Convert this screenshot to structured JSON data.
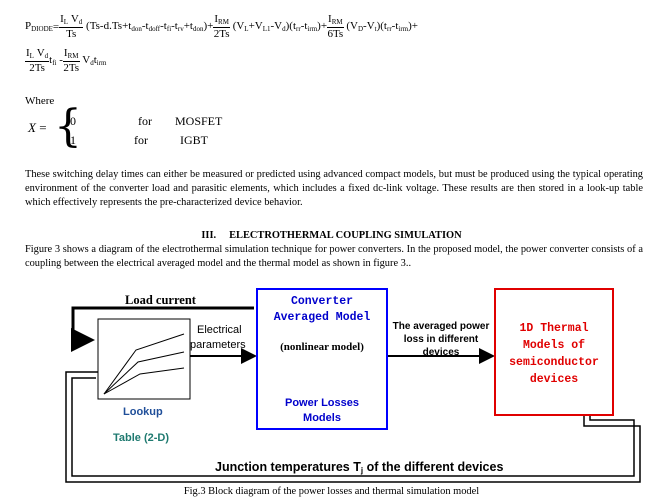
{
  "equation": {
    "p_label": "P",
    "p_sub": "DIODE",
    "eq": "=",
    "f1_num": "I",
    "f1_num_sub1": "L",
    "f1_num_mid": "V",
    "f1_num_sub2": "d",
    "f1_den": "Ts",
    "paren_open": "(Ts-d.Ts+t",
    "don1": "don",
    "minus_t1": "-t",
    "doff": "doff",
    "minus_t2": "-t",
    "fi": "fi",
    "minus_t3": "-t",
    "rv": "rv",
    "plus_t": "+t",
    "don2": "don",
    "paren_close": ")+",
    "f2_num": "I",
    "f2_num_sub": "RM",
    "f2_den": "2Ts",
    "term2_a": "(V",
    "term2_L": "L",
    "term2_b": "+V",
    "term2_L1": "L1",
    "term2_c": "-V",
    "term2_d": "d",
    "term2_e": ")(t",
    "term2_rr": "rr",
    "term2_f": "-t",
    "term2_irm": "irm",
    "term2_g": ")+",
    "f3_num": "I",
    "f3_num_sub": "RM",
    "f3_den": "6Ts",
    "term3_a": "(V",
    "term3_D": "D",
    "term3_b": "-V",
    "term3_t": "t",
    "term3_c": ")(t",
    "term3_rr": "rr",
    "term3_d": "-t",
    "term3_irm": "irm",
    "term3_e": ")+",
    "f4_num": "I",
    "f4_num_sub1": "L",
    "f4_num_mid": "V",
    "f4_num_sub2": "d",
    "f4_den": "2Ts",
    "l2_t": "t",
    "l2_fi": "fi",
    "l2_minus": "-",
    "f5_num": "I",
    "f5_num_sub": "RM",
    "f5_den": "2Ts",
    "l2_v": "V",
    "l2_vd": "d",
    "l2_t2": "t",
    "l2_irm": "irm"
  },
  "where": {
    "label": "Where",
    "x": "X",
    "eq": "=",
    "row1_val": "0",
    "row1_for": "for",
    "row1_dev": "MOSFET",
    "row2_val": "1",
    "row2_for": "for",
    "row2_dev": "IGBT"
  },
  "paragraph1": "These switching delay times can either be measured or predicted using advanced compact models, but must be produced using the typical operating environment of the converter load and parasitic elements, which includes a fixed dc-link voltage. These results are then stored in a look-up table which effectively represents the pre-characterized device behavior.",
  "section": {
    "number": "III.",
    "title": "ELECTROTHERMAL COUPLING SIMULATION"
  },
  "paragraph2": "Figure 3 shows a diagram of the electrothermal simulation technique for power converters. In the proposed model, the power converter consists of a coupling between the electrical averaged model and the thermal model as shown in figure 3..",
  "diagram": {
    "load_current": "Load current",
    "electrical": "Electrical",
    "parameters": "parameters",
    "lookup": "Lookup",
    "table": "Table (2-D)",
    "conv_line1": "Converter",
    "conv_line2": "Averaged Model",
    "nonlinear": "(nonlinear model)",
    "power_losses": "Power Losses",
    "models": "Models",
    "avg_line1": "The averaged power",
    "avg_line2": "loss in different",
    "avg_line3": "devices",
    "th_line1": "1D Thermal",
    "th_line2": "Models of",
    "th_line3": "semiconductor",
    "th_line4": "devices",
    "junction_a": "Junction temperatures T",
    "junction_sub": "j",
    "junction_b": " of the different devices",
    "colors": {
      "converter_border": "#0000ff",
      "converter_text": "#0000cc",
      "thermal_border": "#e00000",
      "thermal_text": "#e00000",
      "table_text": "#1f7a70",
      "lookup_text": "#1f4e99"
    }
  },
  "caption": "Fig.3 Block diagram of the power losses and thermal simulation model"
}
